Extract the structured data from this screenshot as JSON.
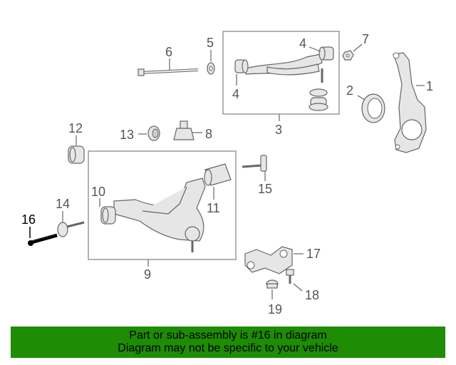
{
  "callouts": {
    "c1": "1",
    "c2": "2",
    "c3": "3",
    "c4a": "4",
    "c4b": "4",
    "c5": "5",
    "c6": "6",
    "c7": "7",
    "c8": "8",
    "c9": "9",
    "c10": "10",
    "c11": "11",
    "c12": "12",
    "c13": "13",
    "c14": "14",
    "c15": "15",
    "c16": "16",
    "c17": "17",
    "c18": "18",
    "c19": "19"
  },
  "banner": {
    "line1": "Part or sub-assembly is #16 in diagram",
    "line2": "Diagram may not be specific to your vehicle",
    "color": "#1e8c05"
  },
  "highlight_color": "#000000"
}
